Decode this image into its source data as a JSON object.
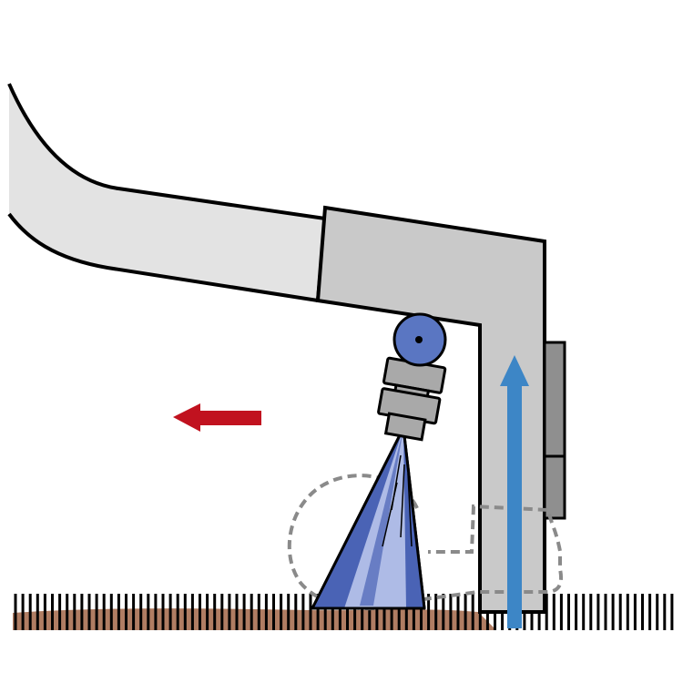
{
  "diagram": {
    "elements": [
      "boom-arm",
      "elbow-drop-tube",
      "mounting-bracket",
      "nozzle-swivel",
      "nozzle-body",
      "spray-cone",
      "travel-direction-arrow",
      "flow-arrow",
      "dashed-outline",
      "crop-row",
      "soil"
    ]
  },
  "colors": {
    "pipe_light": "#e3e3e3",
    "pipe_medium": "#c9c9c9",
    "nozzle_grey": "#a9a9a9",
    "bracket_grey": "#8f8f8f",
    "swivel_blue": "#5a76c2",
    "spray_blue": "#4a63b5",
    "spray_light": "#aebbe6",
    "travel_arrow_red": "#c1121f",
    "flow_arrow_blue": "#3d86c6",
    "dashed_outline": "#8a8a8a",
    "soil_brown": "#b07d63",
    "crop_black": "#000000",
    "outline_black": "#000000"
  }
}
